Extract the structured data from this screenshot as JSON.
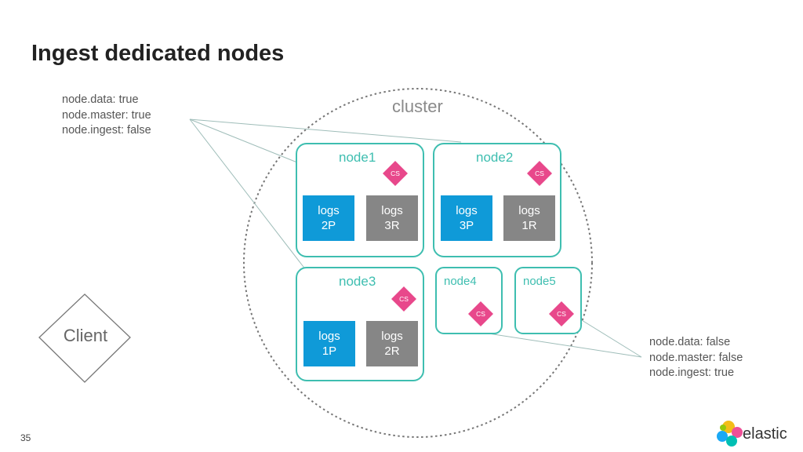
{
  "title": "Ingest dedicated nodes",
  "config_top": [
    "node.data: true",
    "node.master: true",
    "node.ingest: false"
  ],
  "config_bottom": [
    "node.data: false",
    "node.master: false",
    "node.ingest: true"
  ],
  "cluster_label": "cluster",
  "nodes": [
    {
      "label": "node1",
      "badge": "CS",
      "shards": [
        {
          "line1": "logs",
          "line2": "2P",
          "kind": "primary"
        },
        {
          "line1": "logs",
          "line2": "3R",
          "kind": "replica"
        }
      ]
    },
    {
      "label": "node2",
      "badge": "CS",
      "shards": [
        {
          "line1": "logs",
          "line2": "3P",
          "kind": "primary"
        },
        {
          "line1": "logs",
          "line2": "1R",
          "kind": "replica"
        }
      ]
    },
    {
      "label": "node3",
      "badge": "CS",
      "shards": [
        {
          "line1": "logs",
          "line2": "1P",
          "kind": "primary"
        },
        {
          "line1": "logs",
          "line2": "2R",
          "kind": "replica"
        }
      ]
    },
    {
      "label": "node4",
      "badge": "CS"
    },
    {
      "label": "node5",
      "badge": "CS"
    }
  ],
  "client_label": "Client",
  "page_number": "35",
  "brand": {
    "name": "elastic",
    "icon": "elastic-logo-icon"
  },
  "colors": {
    "node_border": "#3ebeb0",
    "primary_shard": "#0f9ad8",
    "replica_shard": "#868686",
    "cs_badge": "#e8488b",
    "cluster_border": "#777777"
  }
}
